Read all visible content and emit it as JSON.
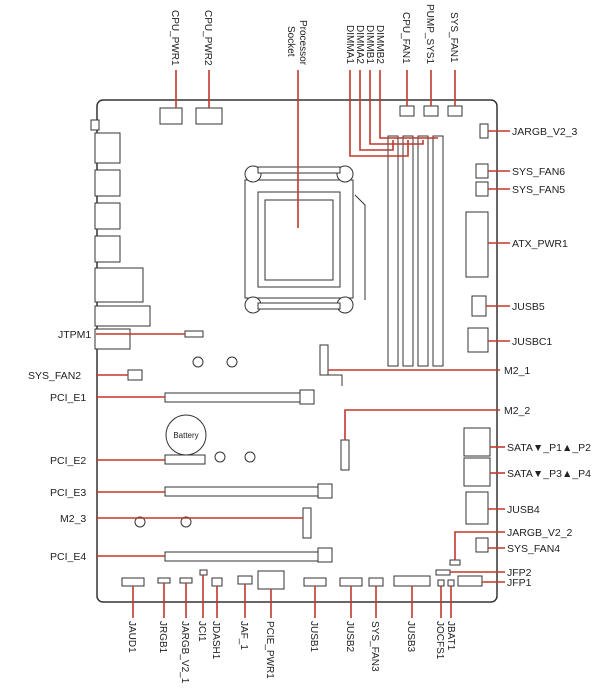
{
  "labels": {
    "cpu_pwr1": "CPU_PWR1",
    "cpu_pwr2": "CPU_PWR2",
    "processor_socket_1": "Processor",
    "processor_socket_2": "Socket",
    "dimma1": "DIMMA1",
    "dimma2": "DIMMA2",
    "dimmb1": "DIMMB1",
    "dimmb2": "DIMMB2",
    "cpu_fan1": "CPU_FAN1",
    "pump_sys1": "PUMP_SYS1",
    "sys_fan1": "SYS_FAN1",
    "jargb_v2_3": "JARGB_V2_3",
    "sys_fan6": "SYS_FAN6",
    "sys_fan5": "SYS_FAN5",
    "atx_pwr1": "ATX_PWR1",
    "jusb5": "JUSB5",
    "jusbc1": "JUSBC1",
    "jtpm1": "JTPM1",
    "sys_fan2": "SYS_FAN2",
    "pci_e1": "PCI_E1",
    "m2_1": "M2_1",
    "m2_2": "M2_2",
    "pci_e2": "PCI_E2",
    "battery": "Battery",
    "sata_p1_p2": "SATA▼_P1▲_P2",
    "sata_p3_p4": "SATA▼_P3▲_P4",
    "pci_e3": "PCI_E3",
    "jusb4": "JUSB4",
    "m2_3": "M2_3",
    "jargb_v2_2": "JARGB_V2_2",
    "sys_fan4": "SYS_FAN4",
    "pci_e4": "PCI_E4",
    "jfp2": "JFP2",
    "jfp1": "JFP1",
    "jaud1": "JAUD1",
    "jrgb1": "JRGB1",
    "jargb_v2_1": "JARGB_V2_1",
    "jci1": "JCI1",
    "jdash1": "JDASH1",
    "jaf_1": "JAF_1",
    "pcie_pwr1": "PCIE_PWR1",
    "jusb1": "JUSB1",
    "jusb2": "JUSB2",
    "sys_fan3": "SYS_FAN3",
    "jusb3": "JUSB3",
    "jocfs1": "JOCFS1",
    "jbat1": "JBAT1"
  },
  "colors": {
    "leader_line": "#c0392b",
    "outline": "#333333",
    "board_fill": "#ffffff"
  }
}
